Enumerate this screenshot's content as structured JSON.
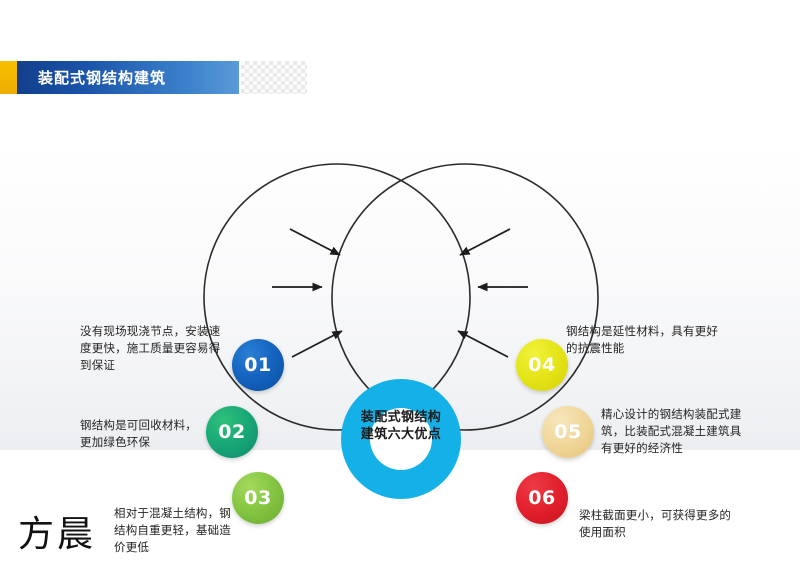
{
  "slide": {
    "title": "装配式钢结构建筑",
    "watermark": "方晨",
    "colors": {
      "title_accent": "#f5c000",
      "title_plate_dark": "#123f8c",
      "title_plate_light": "#5a9ad8",
      "hub": "#14b0e8",
      "outline": "#2b2b2b"
    }
  },
  "diagram": {
    "center": {
      "line1": "装配式钢结构",
      "line2": "建筑六大优点"
    },
    "items": [
      {
        "number": "01",
        "color": "#1565c0",
        "text": "没有现场现浇节点，安装速度更快，施工质量更容易得到保证"
      },
      {
        "number": "02",
        "color": "#18a877",
        "text": "钢结构是可回收材料，更加绿色环保"
      },
      {
        "number": "03",
        "color": "#83c441",
        "text": "相对于混凝土结构，钢结构自重更轻，基础造价更低"
      },
      {
        "number": "04",
        "color": "#e4e416",
        "text": "钢结构是延性材料，具有更好的抗震性能"
      },
      {
        "number": "05",
        "color": "#f0d79b",
        "text": "精心设计的钢结构装配式建筑，比装配式混凝土建筑具有更好的经济性"
      },
      {
        "number": "06",
        "color": "#e21f2d",
        "text": "梁柱截面更小，可获得更多的使用面积"
      }
    ]
  }
}
